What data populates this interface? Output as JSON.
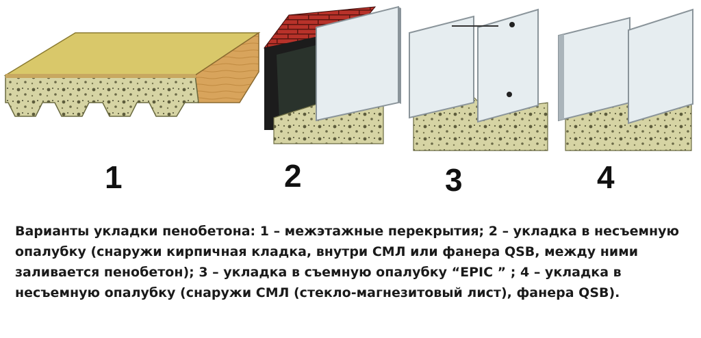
{
  "figures": [
    {
      "number": "1",
      "subject": "межэтажные перекрытия"
    },
    {
      "number": "2",
      "subject": "укладка в несъемную опалубку"
    },
    {
      "number": "3",
      "subject": "укладка в съемную опалубку"
    },
    {
      "number": "4",
      "subject": "укладка в несъемную опалубку"
    }
  ],
  "caption": "Варианты укладки пенобетона: 1 – межэтажные перекрытия; 2 – укладка в несъемную опалубку (снаружи кирпичная кладка, внутри СМЛ или фанера QSB, между ними заливается пенобетон); 3 – укладка в съемную опалубку “EPIC ” ; 4 – укладка в несъемную опалубку (снаружи СМЛ (стекло-магнезитовый лист), фанера QSB).",
  "colors": {
    "foam_concrete": "#d6d4a4",
    "foam_dots": "#5a5a3a",
    "wood": "#d8a45c",
    "brick": "#b8322a",
    "masonry_dark": "#1c1c1c",
    "panel": "#e6edf0",
    "panel_edge": "#8a949a"
  }
}
